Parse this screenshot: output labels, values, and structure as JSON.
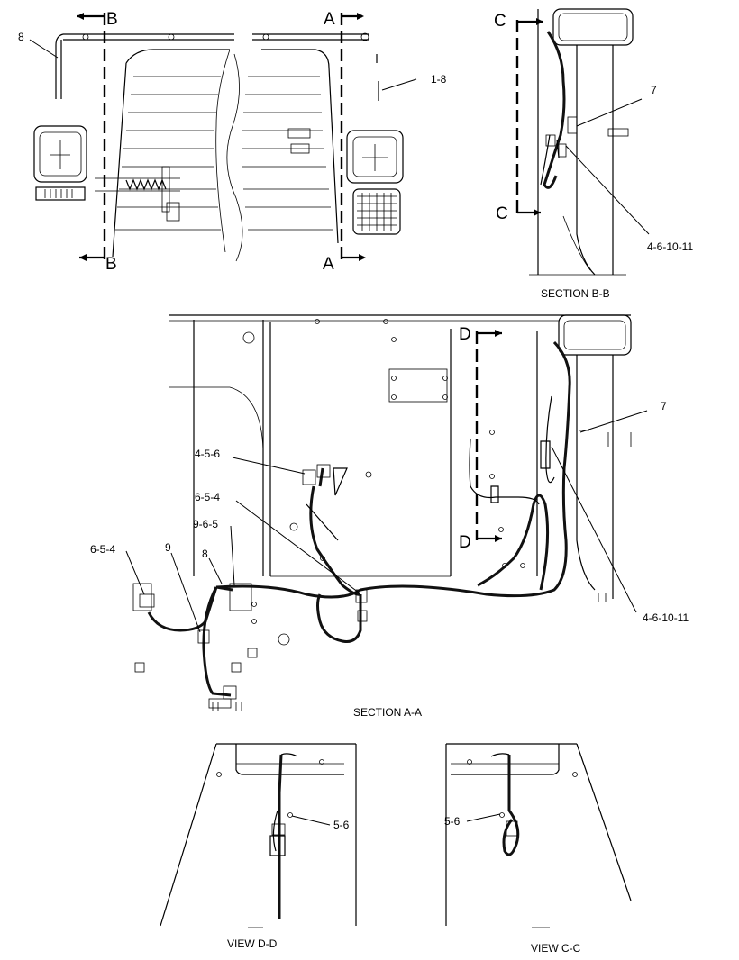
{
  "section_letters": {
    "b_top": "B",
    "b_bottom": "B",
    "a_top": "A",
    "a_bottom": "A",
    "c_top": "C",
    "c_bottom": "C",
    "d_top": "D",
    "d_bottom": "D"
  },
  "view_titles": {
    "section_bb": "SECTION B-B",
    "section_aa": "SECTION A-A",
    "view_dd": "VIEW D-D",
    "view_cc": "VIEW C-C"
  },
  "callouts": {
    "top_8": "8",
    "top_1_8": "1-8",
    "bb_7": "7",
    "bb_4_6_10_11": "4-6-10-11",
    "aa_7": "7",
    "aa_4_5_6": "4-5-6",
    "aa_6_5_4_mid": "6-5-4",
    "aa_9_6_5": "9-6-5",
    "aa_6_5_4_left": "6-5-4",
    "aa_9": "9",
    "aa_8": "8",
    "aa_4_6_10_11": "4-6-10-11",
    "dd_5_6": "5-6",
    "cc_5_6": "5-6"
  },
  "colors": {
    "line": "#000000",
    "background": "#ffffff"
  }
}
